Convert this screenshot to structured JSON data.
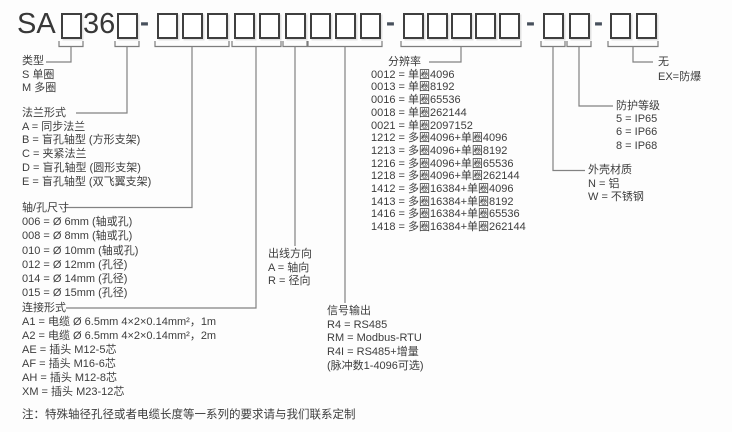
{
  "code": {
    "prefix": "SA",
    "series": "36",
    "separator": "-",
    "groups": [
      {
        "name": "type",
        "boxes": 1
      },
      {
        "name": "flange",
        "boxes": 1
      },
      {
        "name": "shaft-size",
        "boxes": 3
      },
      {
        "name": "connection",
        "boxes": 2
      },
      {
        "name": "outlet-direction",
        "boxes": 1
      },
      {
        "name": "signal-output",
        "boxes": 3
      },
      {
        "name": "resolution",
        "boxes": 5
      },
      {
        "name": "housing-material",
        "boxes": 1
      },
      {
        "name": "protection-rating",
        "boxes": 1
      },
      {
        "name": "explosion-proof",
        "boxes": 2
      }
    ]
  },
  "sections": {
    "type": {
      "title": "类型",
      "items": [
        "S 单圈",
        "M 多圈"
      ]
    },
    "flange": {
      "title": "法兰形式",
      "items": [
        "A = 同步法兰",
        "B = 盲孔轴型 (方形支架)",
        "C = 夹紧法兰",
        "D = 盲孔轴型 (圆形支架)",
        "E = 盲孔轴型 (双飞翼支架)"
      ]
    },
    "shaft": {
      "title": "轴/孔尺寸",
      "items": [
        "006 = Ø 6mm (轴或孔)",
        "008 = Ø 8mm (轴或孔)",
        "010 = Ø 10mm (轴或孔)",
        "012 = Ø 12mm (孔径)",
        "014 = Ø 14mm (孔径)",
        "015 = Ø 15mm (孔径)"
      ]
    },
    "connection": {
      "title": "连接形式",
      "items": [
        "A1 = 电缆 Ø 6.5mm 4×2×0.14mm²，1m",
        "A2 = 电缆 Ø 6.5mm 4×2×0.14mm²，2m",
        "AE = 插头 M12-5芯",
        "AF = 插头 M16-6芯",
        "AH = 插头 M12-8芯",
        "XM = 插头 M23-12芯"
      ]
    },
    "direction": {
      "title": "出线方向",
      "items": [
        "A = 轴向",
        "R = 径向"
      ]
    },
    "signal": {
      "title": "信号输出",
      "items": [
        "R4 = RS485",
        "RM = Modbus-RTU",
        "R4I = RS485+增量",
        "(脉冲数1-4096可选)"
      ]
    },
    "resolution": {
      "title": "分辨率",
      "items": [
        "0012 = 单圈4096",
        "0013 = 单圈8192",
        "0016 = 单圈65536",
        "0018 = 单圈262144",
        "0021 = 单圈2097152",
        "1212 = 多圈4096+单圈4096",
        "1213 = 多圈4096+单圈8192",
        "1216 = 多圈4096+单圈65536",
        "1218 = 多圈4096+单圈262144",
        "1412 = 多圈16384+单圈4096",
        "1413 = 多圈16384+单圈8192",
        "1416 = 多圈16384+单圈65536",
        "1418 = 多圈16384+单圈262144"
      ]
    },
    "material": {
      "title": "外壳材质",
      "items": [
        "N = 铝",
        "W = 不锈钢"
      ]
    },
    "protection": {
      "title": "防护等级",
      "items": [
        "5 = IP65",
        "6 = IP66",
        "8 = IP68"
      ]
    },
    "explosion": {
      "items": [
        "无",
        "EX=防爆"
      ]
    }
  },
  "note": "注：特殊轴径孔径或者电缆长度等一系列的要求请与我们联系定制",
  "colors": {
    "text": "#3d3d3d",
    "line": "#828282",
    "box_border": "#3f3f3f"
  }
}
